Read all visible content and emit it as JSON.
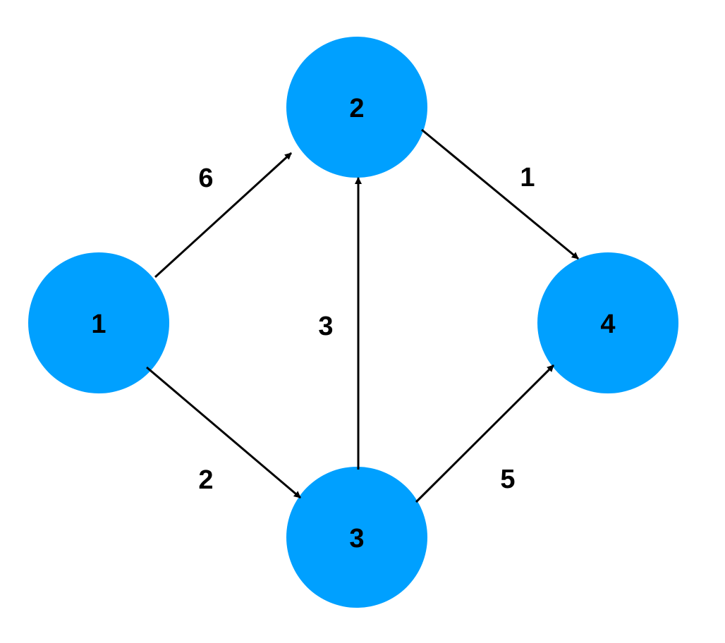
{
  "colors": {
    "node_fill": "#00A0FF",
    "edge": "#000000",
    "text": "#000000",
    "background": "#FFFFFF"
  },
  "nodes": [
    {
      "id": "n1",
      "label": "1"
    },
    {
      "id": "n2",
      "label": "2"
    },
    {
      "id": "n3",
      "label": "3"
    },
    {
      "id": "n4",
      "label": "4"
    }
  ],
  "edges": [
    {
      "from": "1",
      "to": "2",
      "weight": "6"
    },
    {
      "from": "1",
      "to": "3",
      "weight": "2"
    },
    {
      "from": "3",
      "to": "2",
      "weight": "3"
    },
    {
      "from": "2",
      "to": "4",
      "weight": "1"
    },
    {
      "from": "3",
      "to": "4",
      "weight": "5"
    }
  ]
}
